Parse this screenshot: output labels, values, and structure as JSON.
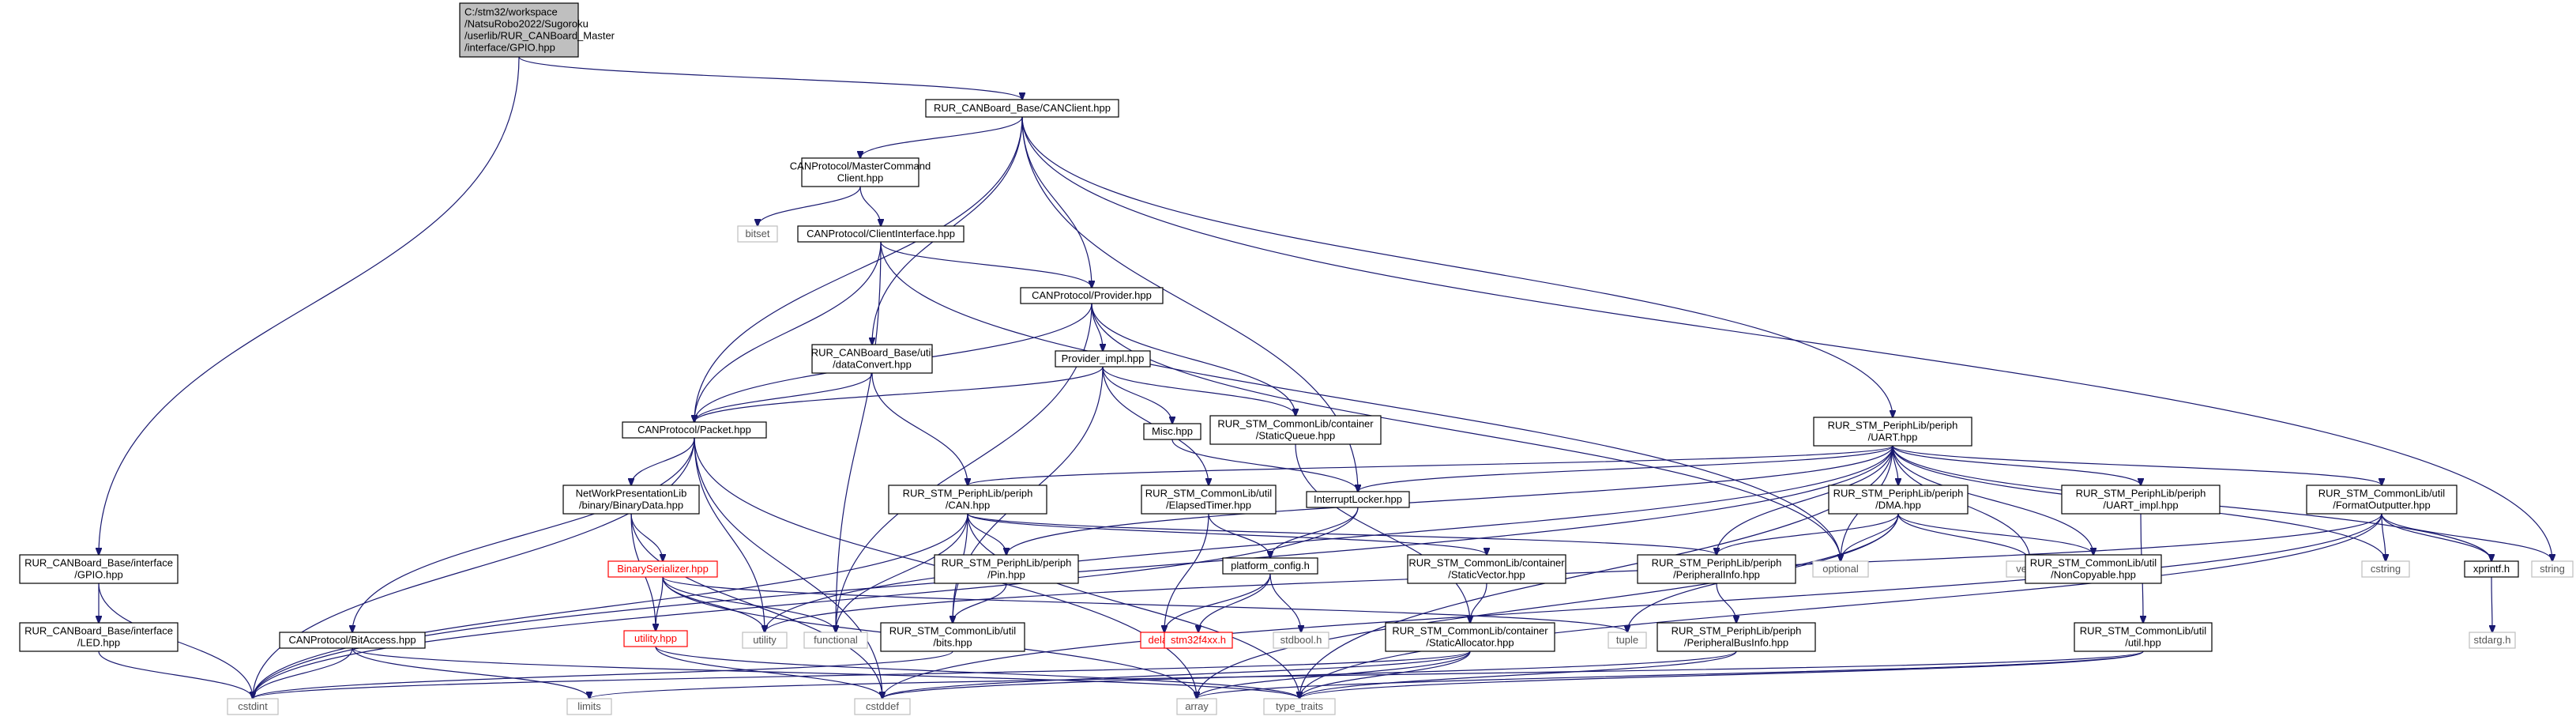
{
  "diagram": {
    "type": "include-dependency-graph",
    "edge_color": "#191970",
    "system_header_border": "#bfbfbf",
    "missing_header_color": "#ff0000",
    "root_fill": "#bfbfbf",
    "nodes": {
      "gpio_hpp": {
        "lines": [
          "C:/stm32/workspace",
          "/NatsuRobo2022/Sugoroku",
          "/userlib/RUR_CANBoard_Master",
          "/interface/GPIO.hpp"
        ],
        "kind": "root"
      },
      "canclient": {
        "lines": [
          "RUR_CANBoard_Base/CANClient.hpp"
        ],
        "kind": "box"
      },
      "mastercmd": {
        "lines": [
          "CANProtocol/MasterCommand",
          "Client.hpp"
        ],
        "kind": "box"
      },
      "bitset": {
        "lines": [
          "bitset"
        ],
        "kind": "sys"
      },
      "clientif": {
        "lines": [
          "CANProtocol/ClientInterface.hpp"
        ],
        "kind": "box"
      },
      "provider": {
        "lines": [
          "CANProtocol/Provider.hpp"
        ],
        "kind": "box"
      },
      "dataconvert": {
        "lines": [
          "RUR_CANBoard_Base/util",
          "/dataConvert.hpp"
        ],
        "kind": "box"
      },
      "provider_impl": {
        "lines": [
          "Provider_impl.hpp"
        ],
        "kind": "box"
      },
      "misc": {
        "lines": [
          "Misc.hpp"
        ],
        "kind": "box"
      },
      "staticqueue": {
        "lines": [
          "RUR_STM_CommonLib/container",
          "/StaticQueue.hpp"
        ],
        "kind": "box"
      },
      "packet": {
        "lines": [
          "CANProtocol/Packet.hpp"
        ],
        "kind": "box"
      },
      "netpres": {
        "lines": [
          "NetWorkPresentationLib",
          "/binary/BinaryData.hpp"
        ],
        "kind": "box"
      },
      "can": {
        "lines": [
          "RUR_STM_PeriphLib/periph",
          "/CAN.hpp"
        ],
        "kind": "box"
      },
      "elapsed": {
        "lines": [
          "RUR_STM_CommonLib/util",
          "/ElapsedTimer.hpp"
        ],
        "kind": "box"
      },
      "interrupt": {
        "lines": [
          "InterruptLocker.hpp"
        ],
        "kind": "box"
      },
      "uart": {
        "lines": [
          "RUR_STM_PeriphLib/periph",
          "/UART.hpp"
        ],
        "kind": "box"
      },
      "dma": {
        "lines": [
          "RUR_STM_PeriphLib/periph",
          "/DMA.hpp"
        ],
        "kind": "box"
      },
      "uart_impl": {
        "lines": [
          "RUR_STM_PeriphLib/periph",
          "/UART_impl.hpp"
        ],
        "kind": "box"
      },
      "formatout": {
        "lines": [
          "RUR_STM_CommonLib/util",
          "/FormatOutputter.hpp"
        ],
        "kind": "box"
      },
      "optional": {
        "lines": [
          "optional"
        ],
        "kind": "sys"
      },
      "vector": {
        "lines": [
          "vector"
        ],
        "kind": "sys"
      },
      "noncopyable": {
        "lines": [
          "RUR_STM_CommonLib/util",
          "/NonCopyable.hpp"
        ],
        "kind": "box"
      },
      "cstring": {
        "lines": [
          "cstring"
        ],
        "kind": "sys"
      },
      "xprintf": {
        "lines": [
          "xprintf.h"
        ],
        "kind": "box"
      },
      "string": {
        "lines": [
          "string"
        ],
        "kind": "sys"
      },
      "stdarg": {
        "lines": [
          "stdarg.h"
        ],
        "kind": "sys"
      },
      "base_gpio": {
        "lines": [
          "RUR_CANBoard_Base/interface",
          "/GPIO.hpp"
        ],
        "kind": "box"
      },
      "base_led": {
        "lines": [
          "RUR_CANBoard_Base/interface",
          "/LED.hpp"
        ],
        "kind": "box"
      },
      "binser": {
        "lines": [
          "BinarySerializer.hpp"
        ],
        "kind": "red"
      },
      "utilityhpp": {
        "lines": [
          "utility.hpp"
        ],
        "kind": "red"
      },
      "bitaccess": {
        "lines": [
          "CANProtocol/BitAccess.hpp"
        ],
        "kind": "box"
      },
      "pin": {
        "lines": [
          "RUR_STM_PeriphLib/periph",
          "/Pin.hpp"
        ],
        "kind": "box"
      },
      "bits": {
        "lines": [
          "RUR_STM_CommonLib/util",
          "/bits.hpp"
        ],
        "kind": "box"
      },
      "platform": {
        "lines": [
          "platform_config.h"
        ],
        "kind": "box"
      },
      "staticvector": {
        "lines": [
          "RUR_STM_CommonLib/container",
          "/StaticVector.hpp"
        ],
        "kind": "box"
      },
      "periphinfo": {
        "lines": [
          "RUR_STM_PeriphLib/periph",
          "/PeripheralInfo.hpp"
        ],
        "kind": "box"
      },
      "periphbus": {
        "lines": [
          "RUR_STM_PeriphLib/periph",
          "/PeripheralBusInfo.hpp"
        ],
        "kind": "box"
      },
      "staticalloc": {
        "lines": [
          "RUR_STM_CommonLib/container",
          "/StaticAllocator.hpp"
        ],
        "kind": "box"
      },
      "utilhpp": {
        "lines": [
          "RUR_STM_CommonLib/util",
          "/util.hpp"
        ],
        "kind": "box"
      },
      "delay": {
        "lines": [
          "delay.h"
        ],
        "kind": "red"
      },
      "stm32f4": {
        "lines": [
          "stm32f4xx.h"
        ],
        "kind": "red"
      },
      "stdbool": {
        "lines": [
          "stdbool.h"
        ],
        "kind": "sys"
      },
      "utility": {
        "lines": [
          "utility"
        ],
        "kind": "sys"
      },
      "functional": {
        "lines": [
          "functional"
        ],
        "kind": "sys"
      },
      "tuple": {
        "lines": [
          "tuple"
        ],
        "kind": "sys"
      },
      "cstdint": {
        "lines": [
          "cstdint"
        ],
        "kind": "sys"
      },
      "limits": {
        "lines": [
          "limits"
        ],
        "kind": "sys"
      },
      "cstddef": {
        "lines": [
          "cstddef"
        ],
        "kind": "sys"
      },
      "array": {
        "lines": [
          "array"
        ],
        "kind": "sys"
      },
      "type_traits": {
        "lines": [
          "type_traits"
        ],
        "kind": "sys"
      }
    },
    "edges": [
      [
        "gpio_hpp",
        "canclient"
      ],
      [
        "gpio_hpp",
        "base_gpio"
      ],
      [
        "canclient",
        "mastercmd"
      ],
      [
        "canclient",
        "provider"
      ],
      [
        "canclient",
        "dataconvert"
      ],
      [
        "canclient",
        "packet"
      ],
      [
        "canclient",
        "interrupt"
      ],
      [
        "canclient",
        "uart"
      ],
      [
        "canclient",
        "string"
      ],
      [
        "mastercmd",
        "bitset"
      ],
      [
        "mastercmd",
        "clientif"
      ],
      [
        "clientif",
        "provider"
      ],
      [
        "clientif",
        "packet"
      ],
      [
        "clientif",
        "functional"
      ],
      [
        "clientif",
        "optional"
      ],
      [
        "provider",
        "packet"
      ],
      [
        "provider",
        "provider_impl"
      ],
      [
        "provider",
        "staticqueue"
      ],
      [
        "provider",
        "functional"
      ],
      [
        "provider",
        "optional"
      ],
      [
        "dataconvert",
        "packet"
      ],
      [
        "dataconvert",
        "can"
      ],
      [
        "provider_impl",
        "packet"
      ],
      [
        "provider_impl",
        "misc"
      ],
      [
        "provider_impl",
        "staticqueue"
      ],
      [
        "provider_impl",
        "elapsed"
      ],
      [
        "provider_impl",
        "bits"
      ],
      [
        "misc",
        "interrupt"
      ],
      [
        "staticqueue",
        "staticalloc"
      ],
      [
        "packet",
        "netpres"
      ],
      [
        "packet",
        "bitaccess"
      ],
      [
        "packet",
        "cstdint"
      ],
      [
        "packet",
        "utility"
      ],
      [
        "packet",
        "cstddef"
      ],
      [
        "packet",
        "array"
      ],
      [
        "netpres",
        "binser"
      ],
      [
        "netpres",
        "utilityhpp"
      ],
      [
        "netpres",
        "cstddef"
      ],
      [
        "binser",
        "utilityhpp"
      ],
      [
        "binser",
        "utility"
      ],
      [
        "binser",
        "functional"
      ],
      [
        "binser",
        "tuple"
      ],
      [
        "binser",
        "array"
      ],
      [
        "utilityhpp",
        "cstddef"
      ],
      [
        "utilityhpp",
        "type_traits"
      ],
      [
        "can",
        "pin"
      ],
      [
        "can",
        "bits"
      ],
      [
        "can",
        "staticvector"
      ],
      [
        "can",
        "periphinfo"
      ],
      [
        "can",
        "functional"
      ],
      [
        "can",
        "cstdint"
      ],
      [
        "can",
        "type_traits"
      ],
      [
        "elapsed",
        "platform"
      ],
      [
        "elapsed",
        "delay"
      ],
      [
        "interrupt",
        "platform"
      ],
      [
        "interrupt",
        "cstdint"
      ],
      [
        "platform",
        "delay"
      ],
      [
        "platform",
        "stm32f4"
      ],
      [
        "platform",
        "stdbool"
      ],
      [
        "uart",
        "can"
      ],
      [
        "uart",
        "dma"
      ],
      [
        "uart",
        "uart_impl"
      ],
      [
        "uart",
        "formatout"
      ],
      [
        "uart",
        "optional"
      ],
      [
        "uart",
        "vector"
      ],
      [
        "uart",
        "noncopyable"
      ],
      [
        "uart",
        "cstring"
      ],
      [
        "uart",
        "xprintf"
      ],
      [
        "uart",
        "pin"
      ],
      [
        "uart",
        "periphinfo"
      ],
      [
        "uart",
        "interrupt"
      ],
      [
        "uart",
        "utility"
      ],
      [
        "uart",
        "cstdint"
      ],
      [
        "uart",
        "type_traits"
      ],
      [
        "dma",
        "periphinfo"
      ],
      [
        "dma",
        "optional"
      ],
      [
        "dma",
        "vector"
      ],
      [
        "dma",
        "noncopyable"
      ],
      [
        "dma",
        "tuple"
      ],
      [
        "dma",
        "array"
      ],
      [
        "uart_impl",
        "utilhpp"
      ],
      [
        "formatout",
        "cstring"
      ],
      [
        "formatout",
        "xprintf"
      ],
      [
        "formatout",
        "string"
      ],
      [
        "formatout",
        "utility"
      ],
      [
        "formatout",
        "cstddef"
      ],
      [
        "formatout",
        "type_traits"
      ],
      [
        "xprintf",
        "stdarg"
      ],
      [
        "base_gpio",
        "base_led"
      ],
      [
        "base_gpio",
        "cstdint"
      ],
      [
        "base_led",
        "cstdint"
      ],
      [
        "bitaccess",
        "cstdint"
      ],
      [
        "bitaccess",
        "limits"
      ],
      [
        "bitaccess",
        "type_traits"
      ],
      [
        "pin",
        "bits"
      ],
      [
        "bits",
        "cstdint"
      ],
      [
        "staticvector",
        "staticalloc"
      ],
      [
        "periphinfo",
        "periphbus"
      ],
      [
        "periphbus",
        "cstddef"
      ],
      [
        "periphbus",
        "type_traits"
      ],
      [
        "staticalloc",
        "cstdint"
      ],
      [
        "staticalloc",
        "cstddef"
      ],
      [
        "staticalloc",
        "array"
      ],
      [
        "staticalloc",
        "type_traits"
      ],
      [
        "utilhpp",
        "limits"
      ],
      [
        "utilhpp",
        "type_traits"
      ],
      [
        "utilhpp",
        "array"
      ]
    ]
  }
}
